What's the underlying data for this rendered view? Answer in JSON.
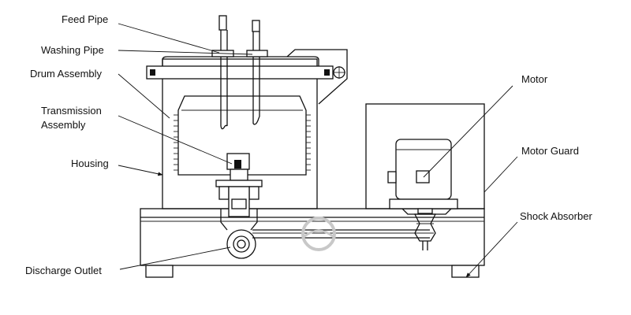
{
  "labels": {
    "feed_pipe": "Feed Pipe",
    "washing_pipe": "Washing Pipe",
    "drum_assembly": "Drum Assembly",
    "transmission_assembly_line1": "Transmission",
    "transmission_assembly_line2": "Assembly",
    "housing": "Housing",
    "discharge_outlet": "Discharge Outlet",
    "motor": "Motor",
    "motor_guard": "Motor Guard",
    "shock_absorber": "Shock Absorber"
  },
  "colors": {
    "line": "#111111",
    "background": "#ffffff",
    "watermark": "#c8c8c8"
  }
}
